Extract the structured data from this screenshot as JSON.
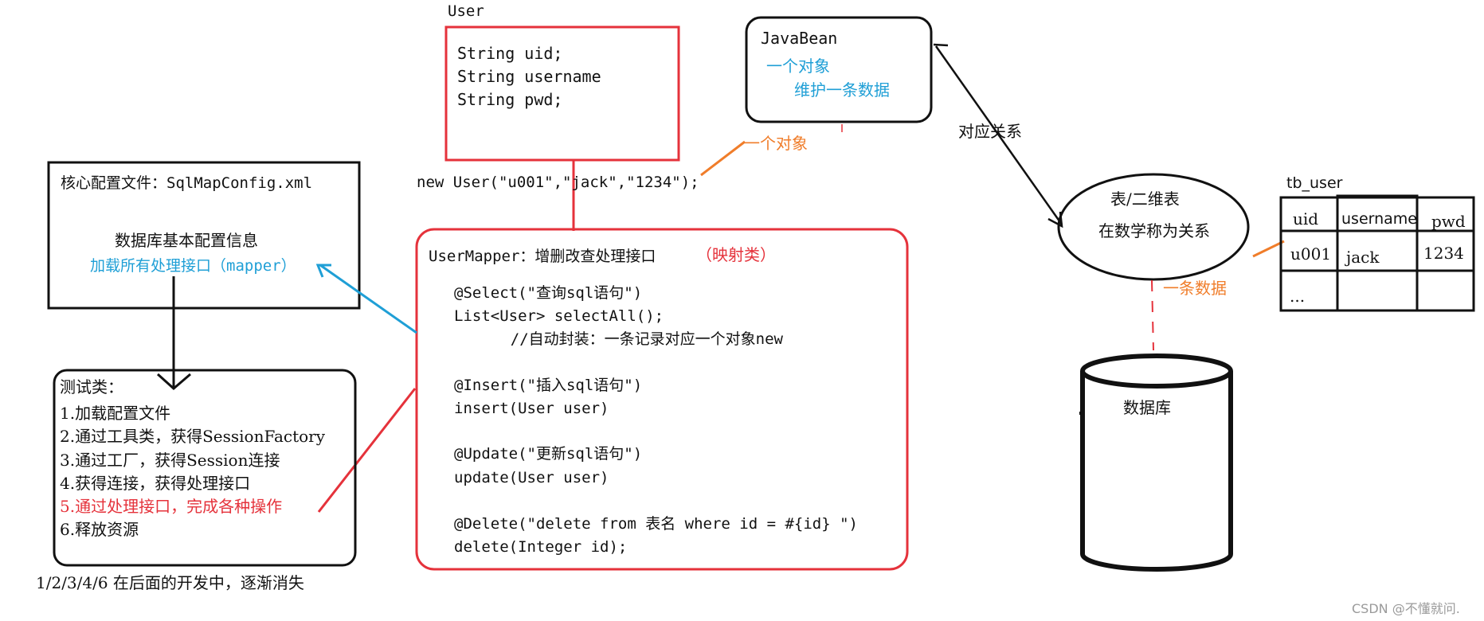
{
  "user_class": {
    "title": "User",
    "fields": [
      "String uid;",
      "String username",
      "String pwd;"
    ],
    "instantiation": "new User(\"u001\",\"jack\",\"1234\");"
  },
  "javabean": {
    "title": "JavaBean",
    "line1": "一个对象",
    "line2": "维护一条数据"
  },
  "object_label": "一个对象",
  "relation_label": "对应关系",
  "relation_ellipse": {
    "line1": "表/二维表",
    "line2": "在数学称为关系"
  },
  "row_label": "一条数据",
  "table": {
    "name": "tb_user",
    "headers": [
      "uid",
      "username",
      "pwd"
    ],
    "row1": [
      "u001",
      "jack",
      "1234"
    ],
    "row2_first": "..."
  },
  "config": {
    "title": "核心配置文件：SqlMapConfig.xml",
    "line1": "数据库基本配置信息",
    "line2": "加载所有处理接口（mapper）"
  },
  "mapper": {
    "title": "UserMapper：增删改查处理接口",
    "title_note": "（映射类）",
    "lines": [
      "@Select(\"查询sql语句\")",
      "List<User> selectAll();",
      "    //自动封装：一条记录对应一个对象new",
      "@Insert(\"插入sql语句\")",
      "insert(User user)",
      "@Update(\"更新sql语句\")",
      "update(User user)",
      "@Delete(\"delete from 表名 where id = #{id} \")",
      "delete(Integer id);"
    ]
  },
  "test": {
    "title": "测试类：",
    "steps": [
      "1.加载配置文件",
      "2.通过工具类，获得SessionFactory",
      "3.通过工厂，获得Session连接",
      "4.获得连接，获得处理接口",
      "5.通过处理接口，完成各种操作",
      "6.释放资源"
    ],
    "footnote": "1/2/3/4/6 在后面的开发中，逐渐消失"
  },
  "database_label": "数据库",
  "watermark": "CSDN @不懂就问.",
  "colors": {
    "red": "#e5323b",
    "blue": "#1f9fd6",
    "orange": "#f07d2a",
    "black": "#111111"
  }
}
